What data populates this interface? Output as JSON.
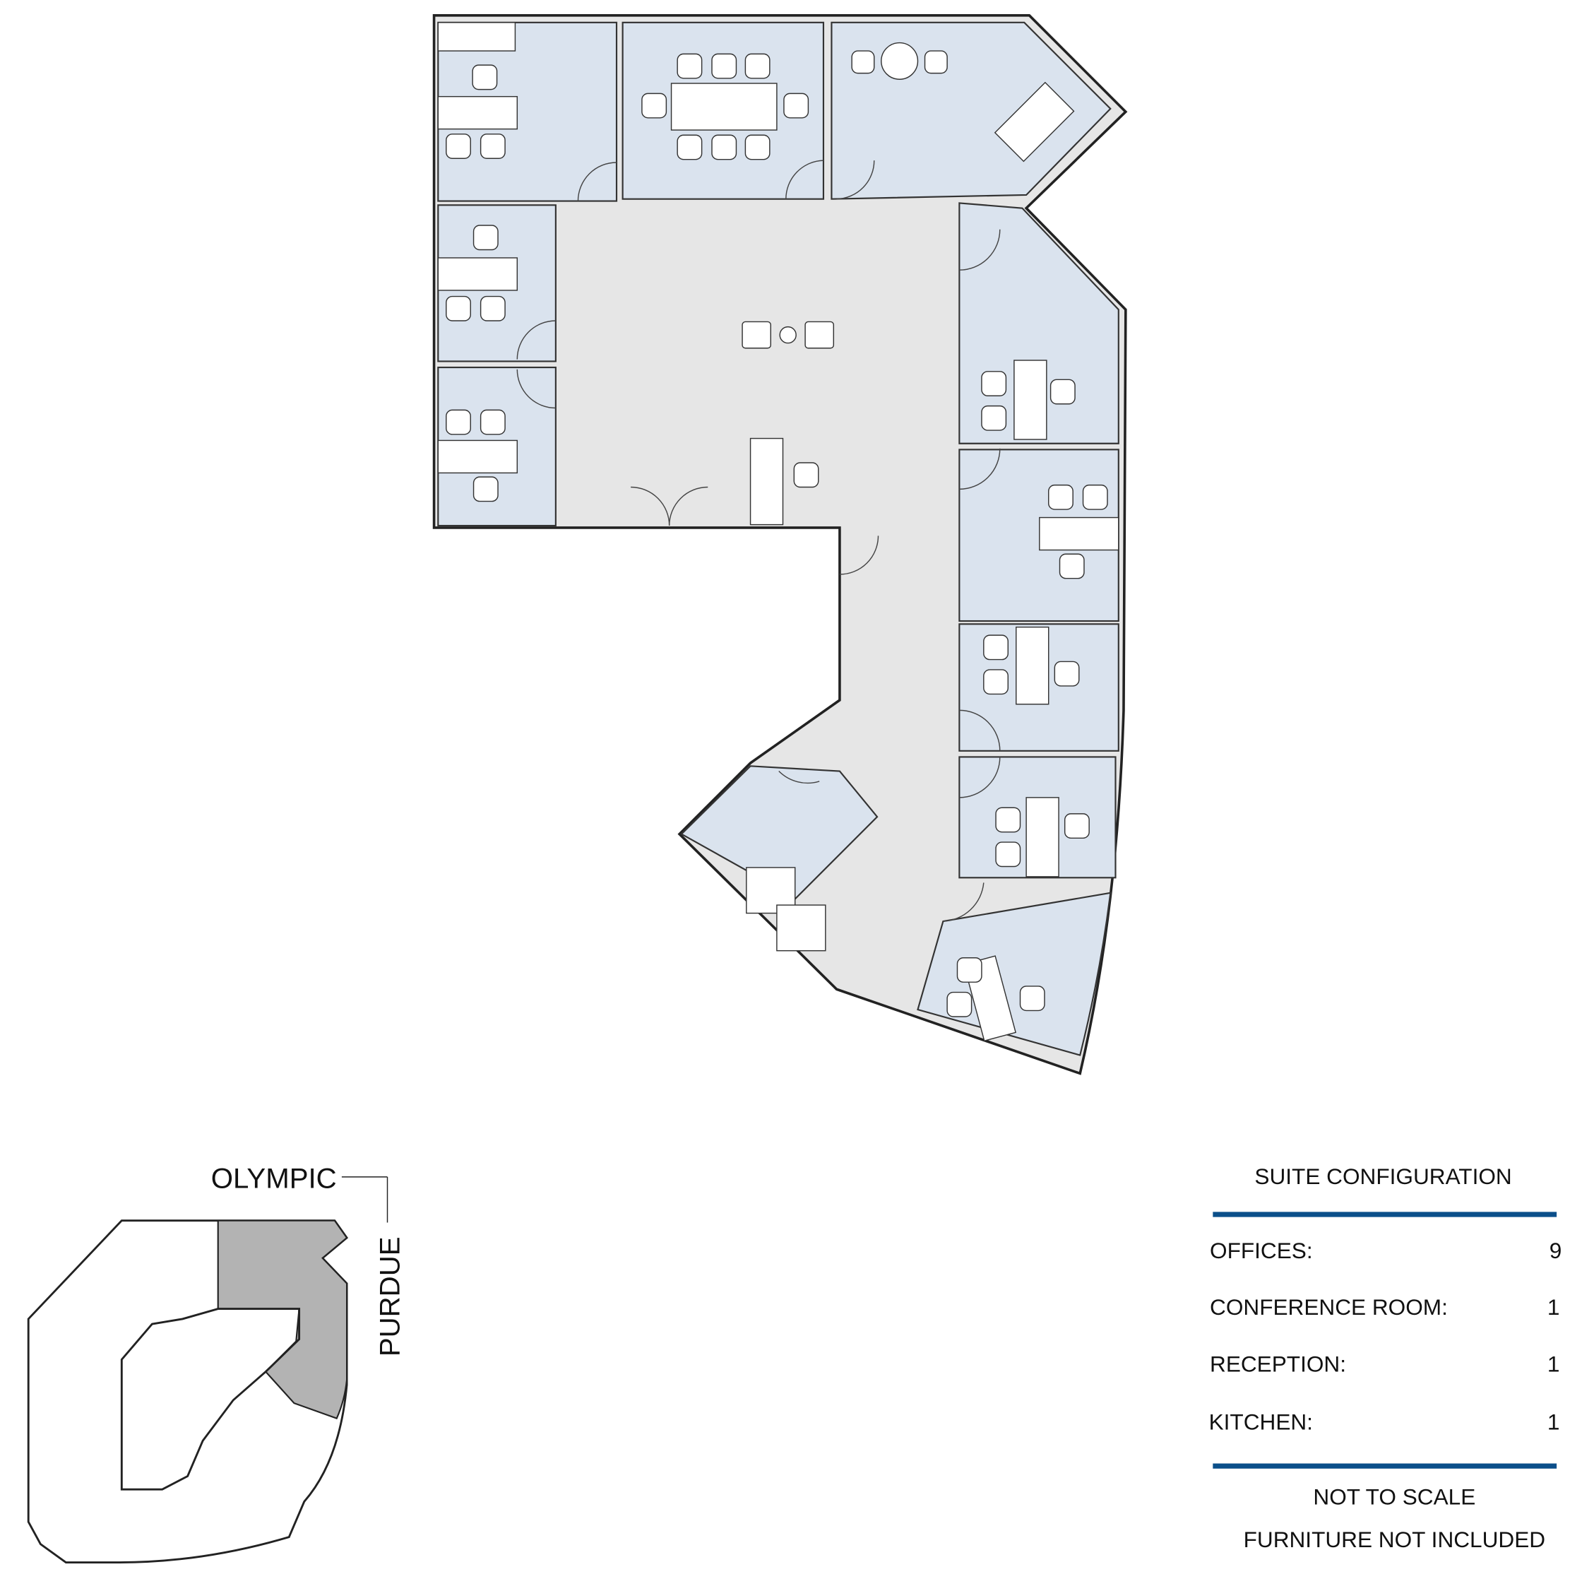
{
  "key_plan": {
    "street_north": "OLYMPIC",
    "street_east": "PURDUE",
    "highlight_color": "#b3b3b3"
  },
  "legend": {
    "title": "SUITE CONFIGURATION",
    "rule_color": "#0b4f8a",
    "rows": [
      {
        "label": "OFFICES:",
        "value": "9"
      },
      {
        "label": "CONFERENCE ROOM:",
        "value": "1"
      },
      {
        "label": "RECEPTION:",
        "value": "1"
      },
      {
        "label": "KITCHEN:",
        "value": "1"
      }
    ],
    "note_scale": "NOT TO SCALE",
    "note_furniture": "FURNITURE NOT INCLUDED"
  },
  "colors": {
    "office_fill": "#dae3ee",
    "corridor_fill": "#e6e6e6"
  }
}
